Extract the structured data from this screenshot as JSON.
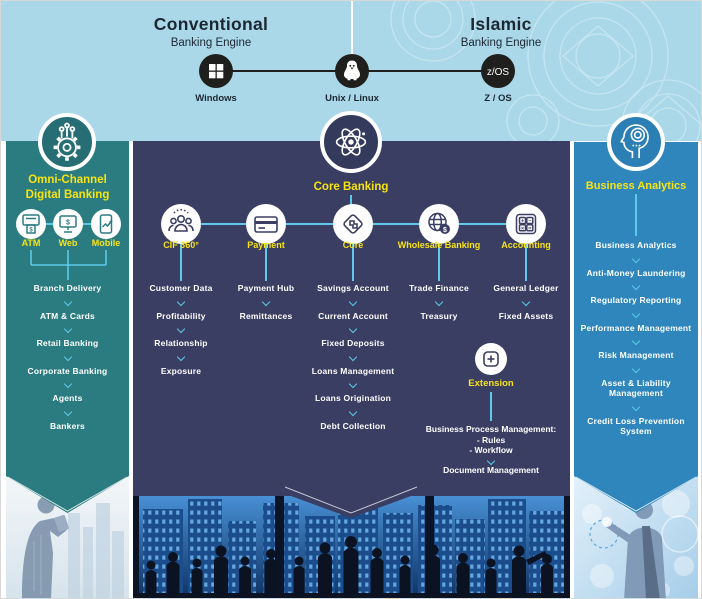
{
  "header": {
    "conventional": {
      "title": "Conventional",
      "subtitle": "Banking Engine"
    },
    "islamic": {
      "title": "Islamic",
      "subtitle": "Banking Engine"
    },
    "platforms": [
      {
        "label": "Windows",
        "icon": "windows-logo-icon"
      },
      {
        "label": "Unix / Linux",
        "icon": "linux-penguin-icon"
      },
      {
        "label": "Z / OS",
        "icon": "zos-badge-icon",
        "badge_text": "z/OS"
      }
    ]
  },
  "left_column": {
    "icon": "gear-circuit-icon",
    "title_line1": "Omni-Channel",
    "title_line2": "Digital Banking",
    "channels": [
      {
        "label": "ATM",
        "icon": "atm-machine-icon"
      },
      {
        "label": "Web",
        "icon": "web-monitor-icon"
      },
      {
        "label": "Mobile",
        "icon": "mobile-phone-icon"
      }
    ],
    "items": [
      "Branch Delivery",
      "ATM & Cards",
      "Retail Banking",
      "Corporate Banking",
      "Agents",
      "Bankers"
    ]
  },
  "center_column": {
    "icon": "atom-icon",
    "title": "Core Banking",
    "modules": [
      {
        "label": "CIF 360°",
        "icon": "people-group-icon",
        "items": [
          "Customer Data",
          "Profitability",
          "Relationship",
          "Exposure"
        ]
      },
      {
        "label": "Payment",
        "icon": "credit-card-icon",
        "items": [
          "Payment Hub",
          "Remittances"
        ]
      },
      {
        "label": "Core",
        "icon": "puzzle-diamond-icon",
        "items": [
          "Savings Account",
          "Current Account",
          "Fixed Deposits",
          "Loans Management",
          "Loans Origination",
          "Debt Collection"
        ]
      },
      {
        "label": "Wholesale Banking",
        "icon": "globe-dollar-icon",
        "items": [
          "Trade Finance",
          "Treasury"
        ]
      },
      {
        "label": "Accounting",
        "icon": "calculator-icon",
        "items": [
          "General Ledger",
          "Fixed Assets"
        ]
      }
    ],
    "extension": {
      "label": "Extension",
      "icon": "plus-square-icon",
      "bpm_line1": "Business Process Management:",
      "bpm_line2": "- Rules",
      "bpm_line3": "- Workflow",
      "second_item": "Document Management"
    }
  },
  "right_column": {
    "icon": "head-brain-icon",
    "title": "Business Analytics",
    "items": [
      "Business Analytics",
      "Anti-Money Laundering",
      "Regulatory Reporting",
      "Performance Management",
      "Risk Management",
      "Asset & Liability Management",
      "Credit Loss Prevention System"
    ]
  },
  "colors": {
    "header_bg": "#aad8e8",
    "teal": "#2b7c81",
    "teal_dark": "#276e74",
    "navy": "#393e62",
    "navy_dark": "#343a5c",
    "blue": "#2e86bc",
    "blue_dark": "#2b7fb4",
    "yellow": "#f8e410",
    "line_blue": "#5ec9ea",
    "dark_text": "#1c2733",
    "platform_circle": "#1f1f1d"
  }
}
